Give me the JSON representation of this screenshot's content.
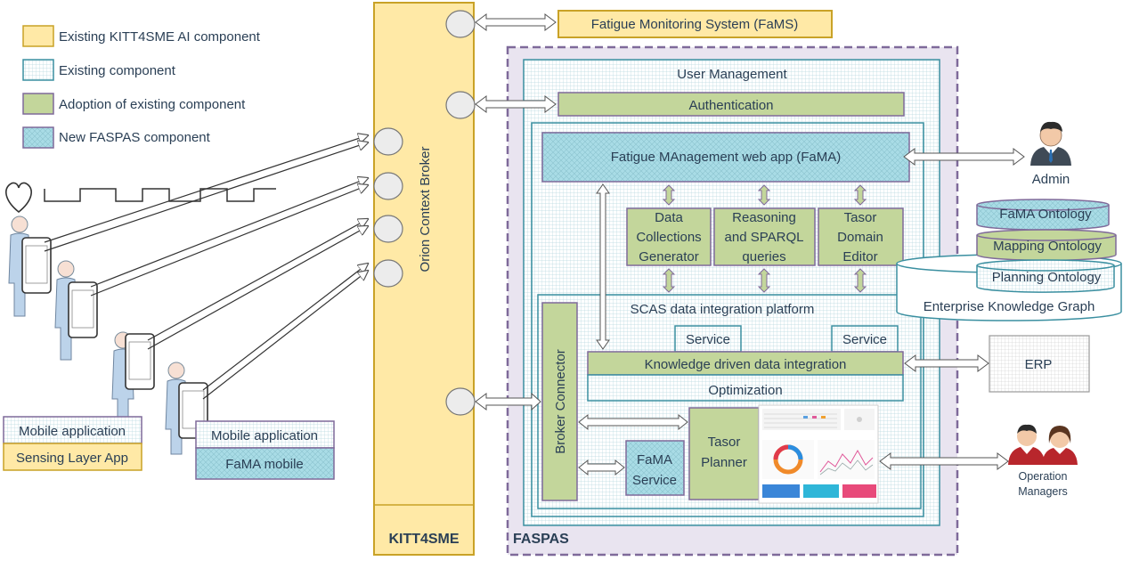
{
  "legend": [
    {
      "id": "kitt",
      "label": "Existing KITT4SME AI component"
    },
    {
      "id": "existing",
      "label": "Existing component"
    },
    {
      "id": "adoption",
      "label": "Adoption of existing component"
    },
    {
      "id": "new",
      "label": "New FASPAS component"
    }
  ],
  "kitt4sme": {
    "title": "KITT4SME",
    "broker": "Orion Context Broker"
  },
  "fams": "Fatigue Monitoring System (FaMS)",
  "faspas": {
    "title": "FASPAS",
    "user_management": "User Management",
    "authentication": "Authentication",
    "fama_web_app": "Fatigue MAnagement web app (FaMA)",
    "data_collections": [
      "Data",
      "Collections",
      "Generator"
    ],
    "reasoning": [
      "Reasoning",
      "and SPARQL",
      "queries"
    ],
    "tasor_domain": [
      "Tasor",
      "Domain",
      "Editor"
    ],
    "scas": "SCAS data integration platform",
    "service_1": "Service",
    "service_2": "Service",
    "knowledge": "Knowledge driven data integration",
    "optimization": "Optimization",
    "broker_connector": "Broker Connector",
    "fama_service": [
      "FaMA",
      "Service"
    ],
    "tasor_planner": [
      "Tasor",
      "Planner"
    ]
  },
  "ekg": {
    "title": "Enterprise Knowledge Graph",
    "fama_ontology": "FaMA Ontology",
    "mapping_ontology": "Mapping Ontology",
    "planning_ontology": "Planning Ontology"
  },
  "erp": "ERP",
  "admin": "Admin",
  "operation_managers": [
    "Operation",
    "Managers"
  ],
  "mobile_left": {
    "app": "Mobile application",
    "sensing": "Sensing Layer App"
  },
  "mobile_right": {
    "app": "Mobile application",
    "fama": "FaMA mobile"
  },
  "colors": {
    "kitt_fill": "#ffe9a6",
    "kitt_border": "#c9a227",
    "existing_border": "#3a8fa0",
    "adoption_fill": "#c3d69b",
    "adoption_border": "#7f6a9a",
    "new_fill": "#aee0e8",
    "faspas_border": "#7f6a9a",
    "faspas_fill": "#e9e4f0"
  }
}
